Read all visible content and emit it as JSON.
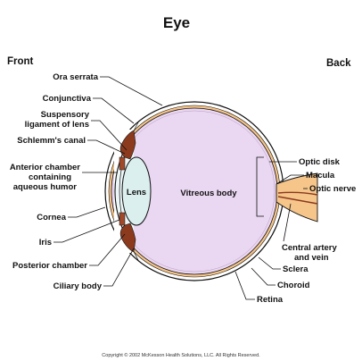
{
  "title": "Eye",
  "orientation": {
    "front": "Front",
    "back": "Back"
  },
  "left_labels": {
    "ora_serrata": "Ora serrata",
    "conjunctiva": "Conjunctiva",
    "suspensory_line1": "Suspensory",
    "suspensory_line2": "ligament of lens",
    "schlemms_canal": "Schlemm's canal",
    "anterior_line1": "Anterior chamber",
    "anterior_line2": "containing",
    "anterior_line3": "aqueous humor",
    "cornea": "Cornea",
    "iris": "Iris",
    "posterior_chamber": "Posterior chamber",
    "ciliary_body": "Ciliary body"
  },
  "inner_labels": {
    "lens": "Lens",
    "vitreous_body": "Vitreous body"
  },
  "right_labels": {
    "optic_disk": "Optic disk",
    "macula": "Macula",
    "optic_nerve": "Optic nerve",
    "central_line1": "Central artery",
    "central_line2": "and vein",
    "sclera": "Sclera",
    "choroid": "Choroid",
    "retina": "Retina"
  },
  "copyright": "Copyright © 2002 McKesson Health Solutions, LLC. All Rights Reserved.",
  "colors": {
    "vitreous": "#ead7f1",
    "choroid_band": "#f5c58a",
    "ciliary": "#8b3a1e",
    "lens": "#dcefef",
    "outline": "#111111"
  }
}
